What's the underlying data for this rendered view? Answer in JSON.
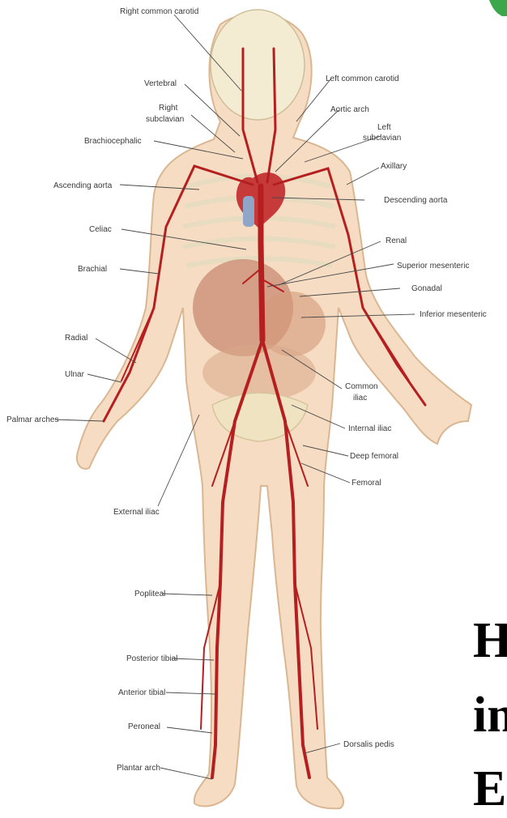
{
  "labels": {
    "right_common_carotid": "Right common carotid",
    "vertebral": "Vertebral",
    "right_subclavian_1": "Right",
    "right_subclavian_2": "subclavian",
    "brachiocephalic": "Brachiocephalic",
    "ascending_aorta": "Ascending aorta",
    "celiac": "Celiac",
    "brachial": "Brachial",
    "radial": "Radial",
    "ulnar": "Ulnar",
    "palmar_arches": "Palmar arches",
    "external_iliac": "External iliac",
    "popliteal": "Popliteal",
    "posterior_tibial": "Posterior tibial",
    "anterior_tibial": "Anterior tibial",
    "peroneal": "Peroneal",
    "plantar_arch": "Plantar arch",
    "left_common_carotid": "Left common carotid",
    "aortic_arch": "Aortic arch",
    "left_subclavian_1": "Left",
    "left_subclavian_2": "subclavian",
    "axillary": "Axillary",
    "descending_aorta": "Descending aorta",
    "renal": "Renal",
    "superior_mesenteric": "Superior mesenteric",
    "gonadal": "Gonadal",
    "inferior_mesenteric": "Inferior mesenteric",
    "common_iliac_1": "Common",
    "common_iliac_2": "iliac",
    "internal_iliac": "Internal iliac",
    "deep_femoral": "Deep femoral",
    "femoral": "Femoral",
    "dorsalis_pedis": "Dorsalis pedis"
  },
  "side_text": [
    "H",
    "in",
    "E"
  ],
  "colors": {
    "artery": "#b51f1f",
    "skin": "#f6dcc3",
    "bone": "#f3ecd2",
    "heart": "#c63a3a"
  }
}
